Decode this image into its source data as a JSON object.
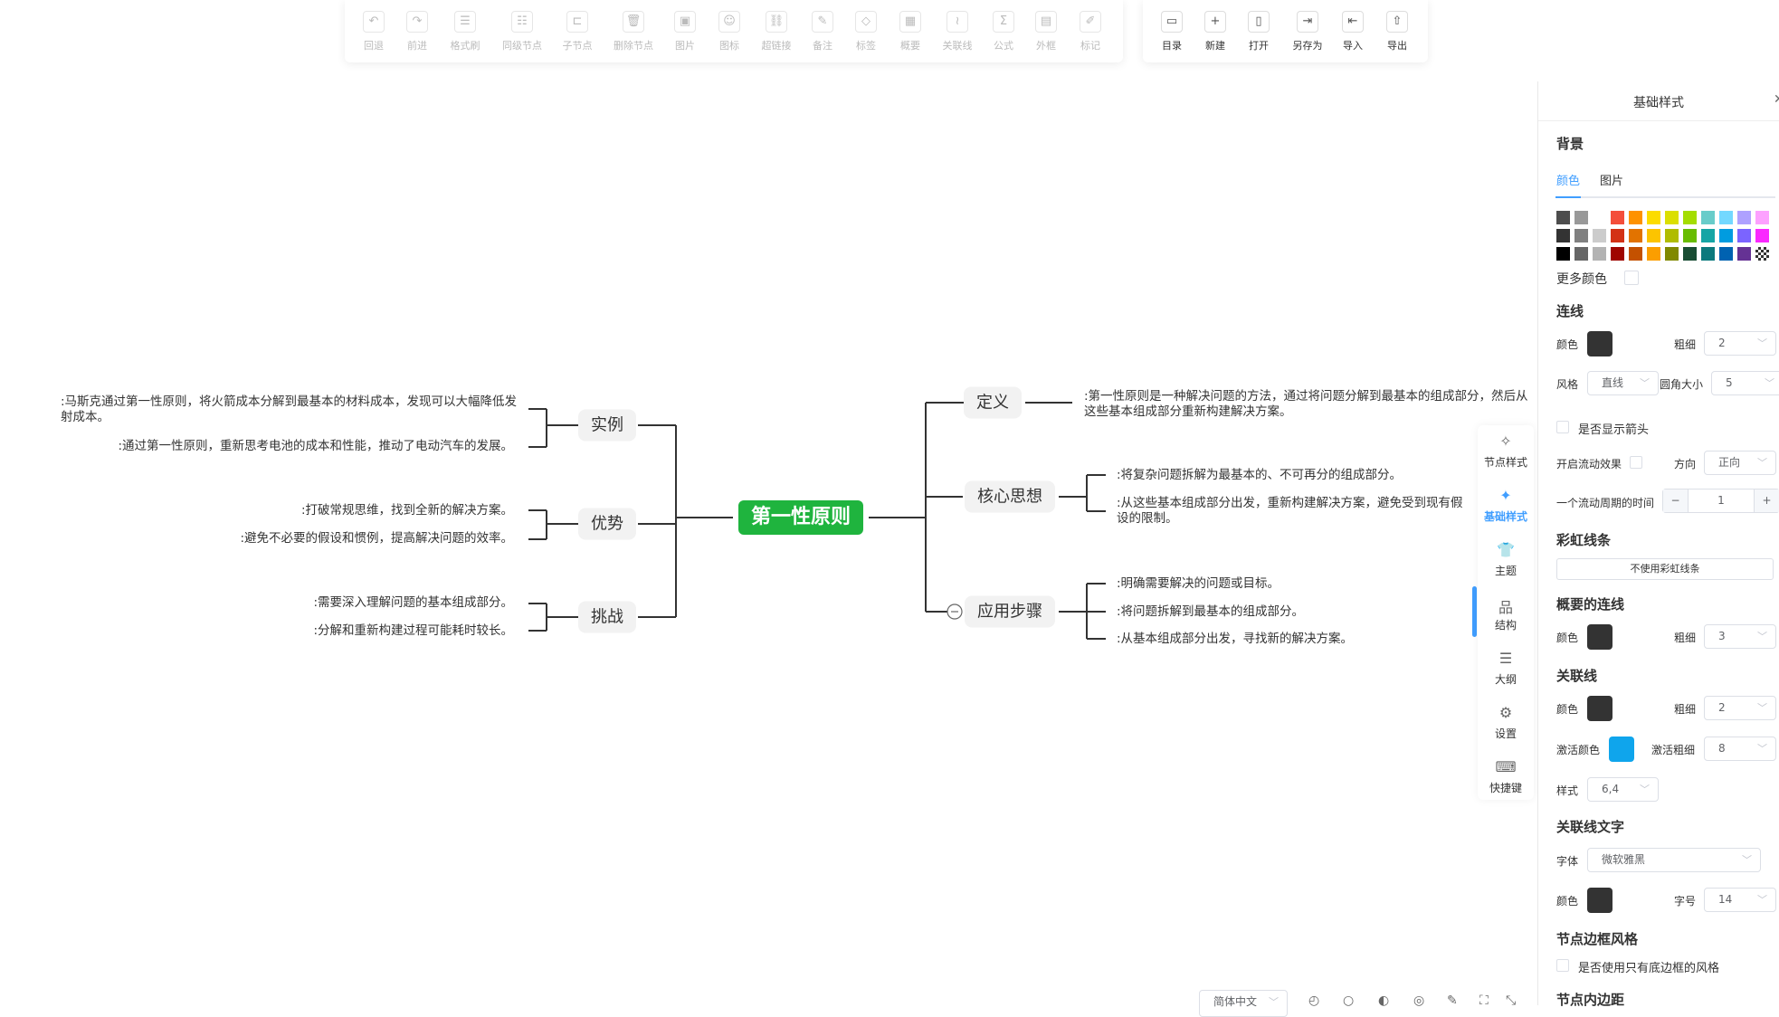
{
  "toolbar_main": [
    {
      "label": "回退",
      "icon": "undo-icon",
      "g": "↶"
    },
    {
      "label": "前进",
      "icon": "redo-icon",
      "g": "↷"
    },
    {
      "label": "格式刷",
      "icon": "format-painter-icon",
      "g": "☰"
    },
    {
      "label": "同级节点",
      "icon": "sibling-node-icon",
      "g": "☷"
    },
    {
      "label": "子节点",
      "icon": "child-node-icon",
      "g": "⊏"
    },
    {
      "label": "删除节点",
      "icon": "delete-node-icon",
      "g": "🗑"
    },
    {
      "label": "图片",
      "icon": "image-icon",
      "g": "▣"
    },
    {
      "label": "图标",
      "icon": "emoji-icon",
      "g": "☺"
    },
    {
      "label": "超链接",
      "icon": "link-icon",
      "g": "⛓"
    },
    {
      "label": "备注",
      "icon": "note-icon",
      "g": "✎"
    },
    {
      "label": "标签",
      "icon": "tag-icon",
      "g": "◇"
    },
    {
      "label": "概要",
      "icon": "summary-icon",
      "g": "▦"
    },
    {
      "label": "关联线",
      "icon": "association-line-icon",
      "g": "≀"
    },
    {
      "label": "公式",
      "icon": "formula-icon",
      "g": "Σ"
    },
    {
      "label": "外框",
      "icon": "outer-frame-icon",
      "g": "▤"
    },
    {
      "label": "标记",
      "icon": "mark-icon",
      "g": "✐"
    }
  ],
  "toolbar_file": [
    {
      "label": "目录",
      "icon": "folder-icon",
      "g": "▭"
    },
    {
      "label": "新建",
      "icon": "new-file-icon",
      "g": "+"
    },
    {
      "label": "打开",
      "icon": "open-file-icon",
      "g": "▯"
    },
    {
      "label": "另存为",
      "icon": "save-as-icon",
      "g": "⇥"
    },
    {
      "label": "导入",
      "icon": "import-icon",
      "g": "⇤"
    },
    {
      "label": "导出",
      "icon": "export-icon",
      "g": "⇧"
    }
  ],
  "mindmap": {
    "root": "第一性原则",
    "left": [
      {
        "label": "实例",
        "children": [
          ":马斯克通过第一性原则，将火箭成本分解到最基本的材料成本，发现可以大幅降低发射成本。",
          ":通过第一性原则，重新思考电池的成本和性能，推动了电动汽车的发展。"
        ]
      },
      {
        "label": "优势",
        "children": [
          ":打破常规思维，找到全新的解决方案。",
          ":避免不必要的假设和惯例，提高解决问题的效率。"
        ]
      },
      {
        "label": "挑战",
        "children": [
          ":需要深入理解问题的基本组成部分。",
          ":分解和重新构建过程可能耗时较长。"
        ]
      }
    ],
    "right": [
      {
        "label": "定义",
        "children": [
          ":第一性原则是一种解决问题的方法，通过将问题分解到最基本的组成部分，然后从这些基本组成部分重新构建解决方案。"
        ]
      },
      {
        "label": "核心思想",
        "children": [
          ":将复杂问题拆解为最基本的、不可再分的组成部分。",
          ":从这些基本组成部分出发，重新构建解决方案，避免受到现有假设的限制。"
        ]
      },
      {
        "label": "应用步骤",
        "children": [
          ":明确需要解决的问题或目标。",
          ":将问题拆解到最基本的组成部分。",
          ":从基本组成部分出发，寻找新的解决方案。"
        ]
      }
    ]
  },
  "sidebar": [
    {
      "label": "节点样式",
      "icon": "node-style-icon",
      "g": "✧"
    },
    {
      "label": "基础样式",
      "icon": "base-style-icon",
      "g": "✦"
    },
    {
      "label": "主题",
      "icon": "theme-icon",
      "g": "👕"
    },
    {
      "label": "结构",
      "icon": "structure-icon",
      "g": "品"
    },
    {
      "label": "大纲",
      "icon": "outline-icon",
      "g": "☰"
    },
    {
      "label": "设置",
      "icon": "settings-icon",
      "g": "⚙"
    },
    {
      "label": "快捷键",
      "icon": "keyboard-icon",
      "g": "⌨"
    }
  ],
  "panel": {
    "title": "基础样式",
    "background": {
      "heading": "背景",
      "tabs": [
        "颜色",
        "图片"
      ],
      "more_colors": "更多颜色",
      "palette": [
        [
          "#4D4D4D",
          "#999999",
          "#FFFFFF",
          "#F44E3B",
          "#FE9200",
          "#FCDC00",
          "#DBDF00",
          "#A4DD00",
          "#68CCCA",
          "#73D8FF",
          "#AEA1FF",
          "#FDA1FF"
        ],
        [
          "#333333",
          "#808080",
          "#CCCCCC",
          "#D33115",
          "#E27300",
          "#FCC400",
          "#B0BC00",
          "#68BC00",
          "#16A5A5",
          "#009CE0",
          "#7B64FF",
          "#FA28FF"
        ],
        [
          "#000000",
          "#666666",
          "#B3B3B3",
          "#9F0500",
          "#C45100",
          "#FB9E00",
          "#808900",
          "#194D33",
          "#0C797D",
          "#0062B1",
          "#653294",
          "transparent"
        ]
      ]
    },
    "line": {
      "heading": "连线",
      "color_label": "颜色",
      "color": "#333333",
      "width_label": "粗细",
      "width": "2",
      "style_label": "风格",
      "style": "直线",
      "radius_label": "圆角大小",
      "radius": "5",
      "arrow_label": "是否显示箭头",
      "flow_label": "开启流动效果",
      "direction_label": "方向",
      "direction": "正向",
      "period_label": "一个流动周期的时间",
      "period": "1"
    },
    "rainbow": {
      "heading": "彩虹线条",
      "button": "不使用彩虹线条"
    },
    "summary_line": {
      "heading": "概要的连线",
      "color_label": "颜色",
      "color": "#333333",
      "width_label": "粗细",
      "width": "3"
    },
    "assoc_line": {
      "heading": "关联线",
      "color_label": "颜色",
      "color": "#333333",
      "width_label": "粗细",
      "width": "2",
      "active_color_label": "激活颜色",
      "active_color": "#0FA5EC",
      "active_width_label": "激活粗细",
      "active_width": "8",
      "style_label": "样式",
      "style": "6,4"
    },
    "assoc_text": {
      "heading": "关联线文字",
      "font_label": "字体",
      "font": "微软雅黑",
      "color_label": "颜色",
      "color": "#333333",
      "size_label": "字号",
      "size": "14"
    },
    "border": {
      "heading": "节点边框风格",
      "checkbox": "是否使用只有底边框的风格"
    },
    "padding": {
      "heading": "节点内边距"
    }
  },
  "bottom": {
    "language": "简体中文"
  }
}
